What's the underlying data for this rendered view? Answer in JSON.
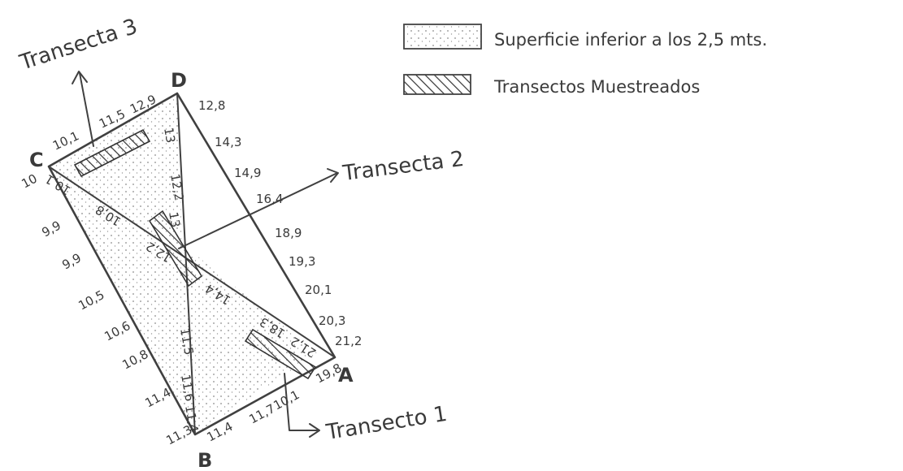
{
  "legend": {
    "shallow_label": "Superficie inferior a los 2,5 mts.",
    "transects_label": "Transectos Muestreados"
  },
  "transects": {
    "t1": "Transecto 1",
    "t2": "Transecta 2",
    "t3": "Transecta 3"
  },
  "vertices": {
    "a": "A",
    "b": "B",
    "c": "C",
    "d": "D"
  },
  "depths": {
    "cd": [
      "10,1",
      "11,5",
      "12,9"
    ],
    "da": [
      "12,8",
      "14,3",
      "14,9",
      "16,4",
      "18,9",
      "19,3",
      "20,1",
      "20,3",
      "21,2"
    ],
    "cb": [
      "10",
      "9,9",
      "9,9",
      "10,5",
      "10,6",
      "10,8",
      "11,4",
      "11,3"
    ],
    "ba": [
      "11,4",
      "11,7",
      "10,1",
      "19,8"
    ],
    "db": [
      "13",
      "12,2",
      "13",
      "11,5",
      "11,6",
      "11,4"
    ],
    "ca": [
      "10,1",
      "10,8",
      "12,2",
      "14,4",
      "18,3",
      "21,2"
    ]
  }
}
